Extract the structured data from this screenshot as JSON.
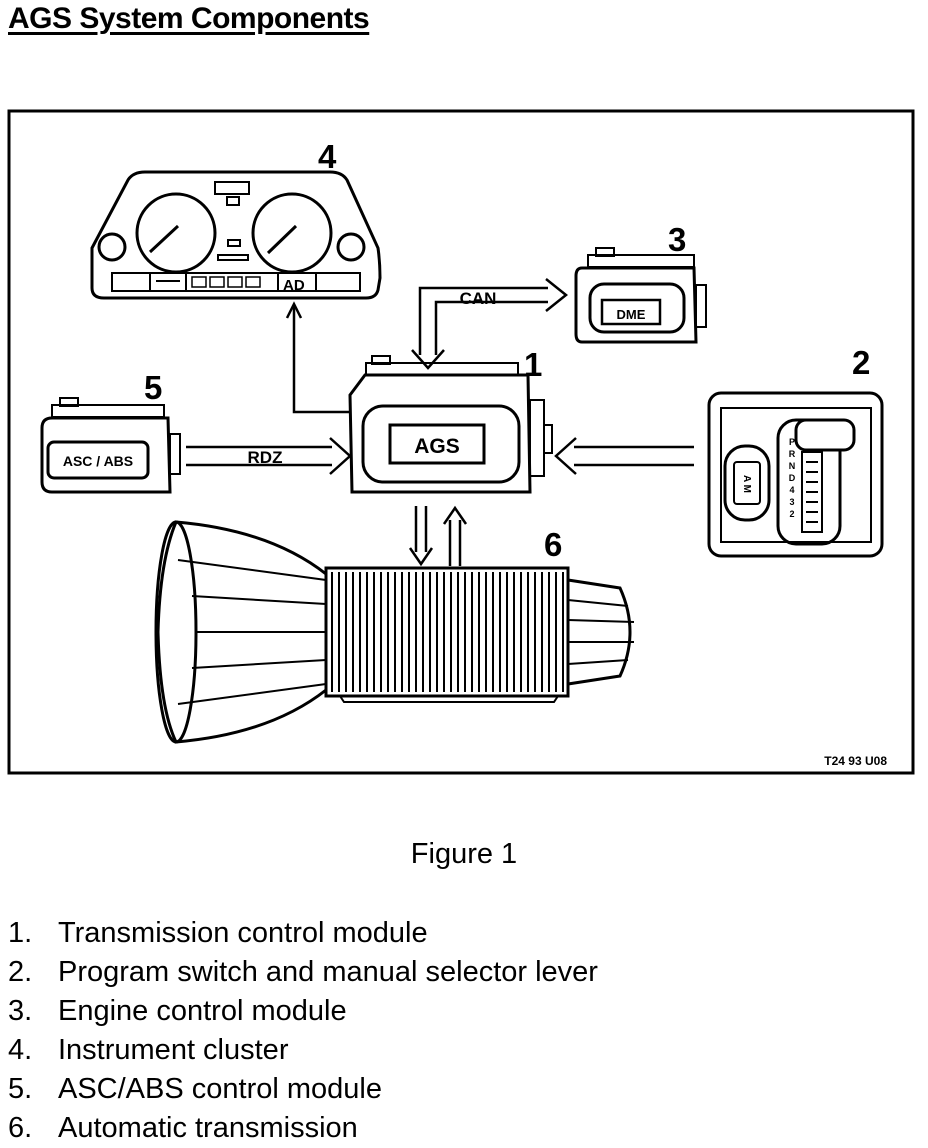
{
  "page": {
    "title": "AGS System Components",
    "caption": "Figure 1"
  },
  "diagram": {
    "ref_code": "T24 93 U08",
    "components": {
      "agn": {
        "number": "1",
        "label": "AGS"
      },
      "selector": {
        "number": "2",
        "switch_label": "A M",
        "positions": [
          "P",
          "R",
          "N",
          "D",
          "4",
          "3",
          "2"
        ]
      },
      "dme": {
        "number": "3",
        "label": "DME"
      },
      "cluster": {
        "number": "4",
        "display": "AD"
      },
      "asc": {
        "number": "5",
        "label": "ASC / ABS"
      },
      "transmission": {
        "number": "6"
      }
    },
    "links": {
      "can": "CAN",
      "rdz": "RDZ"
    }
  },
  "legend": [
    {
      "num": "1.",
      "text": "Transmission control module"
    },
    {
      "num": "2.",
      "text": "Program switch and manual selector lever"
    },
    {
      "num": "3.",
      "text": "Engine control module"
    },
    {
      "num": "4.",
      "text": "Instrument cluster"
    },
    {
      "num": "5.",
      "text": "ASC/ABS control module"
    },
    {
      "num": "6.",
      "text": "Automatic transmission"
    }
  ]
}
